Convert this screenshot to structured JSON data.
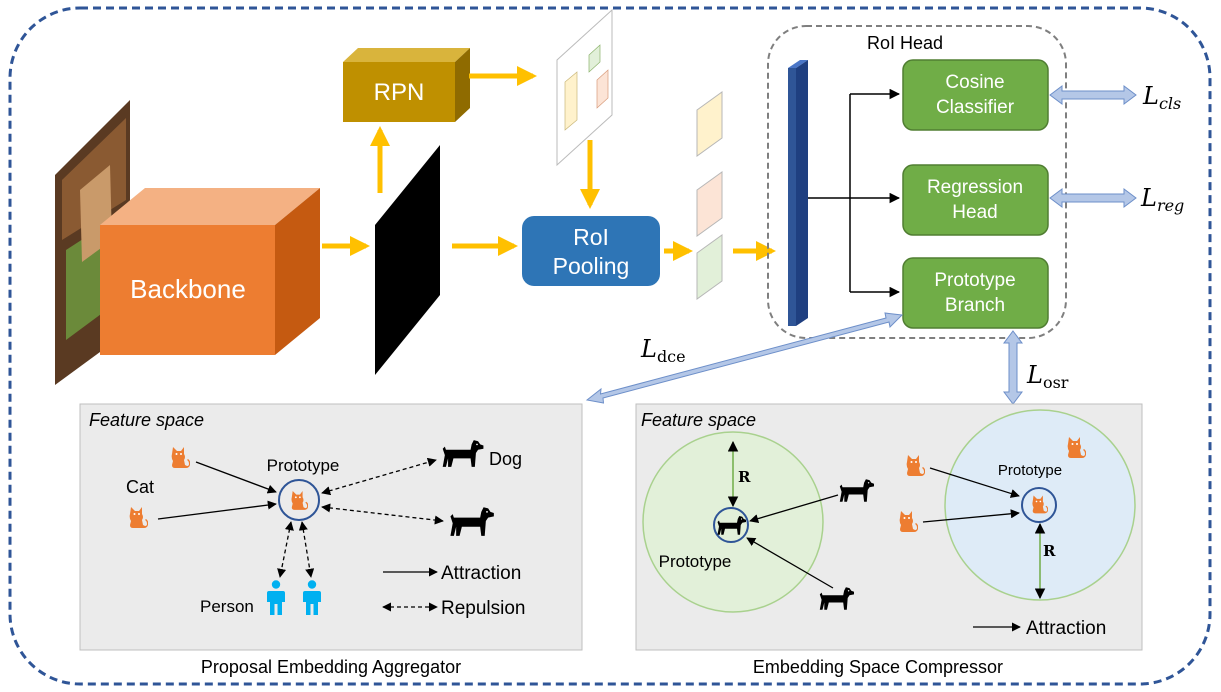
{
  "backbone": {
    "label": "Backbone"
  },
  "rpn": {
    "label": "RPN"
  },
  "roi_pooling": {
    "line1": "RoI",
    "line2": "Pooling"
  },
  "roi_head": {
    "title": "RoI Head",
    "cosine_classifier": {
      "line1": "Cosine",
      "line2": "Classifier"
    },
    "regression_head": {
      "line1": "Regression",
      "line2": "Head"
    },
    "prototype_branch": {
      "line1": "Prototype",
      "line2": "Branch"
    }
  },
  "losses": {
    "cls": {
      "main": "L",
      "sub": "cls"
    },
    "reg": {
      "main": "L",
      "sub": "reg"
    },
    "dce": {
      "main": "L",
      "sub": "dce"
    },
    "osr": {
      "main": "L",
      "sub": "osr"
    }
  },
  "aggregator": {
    "feature_space": "Feature space",
    "cat_label": "Cat",
    "prototype_label": "Prototype",
    "dog_label": "Dog",
    "person_label": "Person",
    "legend_attraction": "Attraction",
    "legend_repulsion": "Repulsion",
    "caption": "Proposal Embedding Aggregator"
  },
  "compressor": {
    "feature_space": "Feature space",
    "prototype_left": "Prototype",
    "prototype_right": "Prototype",
    "radius_left": "R",
    "radius_right": "R",
    "legend_attraction": "Attraction",
    "caption": "Embedding Space Compressor"
  },
  "icons": {
    "cat": "cat-icon",
    "dog": "dog-icon",
    "person": "person-icon"
  },
  "colors": {
    "border": "#2f5597",
    "backbone": "#ed7d31",
    "rpn": "#bf9000",
    "roi_pooling": "#2e75b6",
    "head_box": "#70ad47",
    "arrow_yellow": "#ffc000",
    "arrow_blue": "#9db6e0",
    "panel_bg": "#ebebeb",
    "cat": "#ed7d31",
    "person": "#00b0f0",
    "circle_green": "#a9d18e"
  }
}
